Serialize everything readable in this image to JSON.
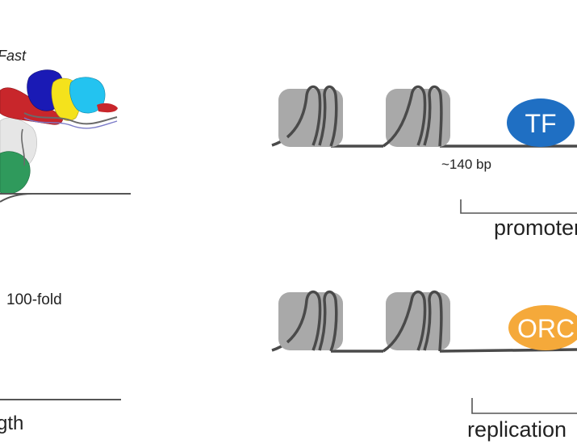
{
  "left_panel": {
    "top_label": "Fast",
    "fold_label": "100-fold",
    "bottom_label_fragment": "gth"
  },
  "right_panel": {
    "row_top": {
      "factor_label": "TF",
      "factor_color": "#1f6fc3",
      "spacing_label": "~140 bp",
      "region_label": "promoter"
    },
    "row_bottom": {
      "factor_label": "ORC",
      "factor_color": "#f5a93a",
      "region_label": "replication"
    }
  },
  "colors": {
    "nucleosome_fill": "#a9a9a9",
    "dna_line": "#4a4a4a",
    "factor_text": "#ffffff",
    "protein_red": "#c8262b",
    "protein_blue": "#1a1ab5",
    "protein_yellow": "#f4e21c",
    "protein_cyan": "#23c3f0",
    "protein_green": "#2f9a5c",
    "protein_white": "#e6e6e6"
  }
}
